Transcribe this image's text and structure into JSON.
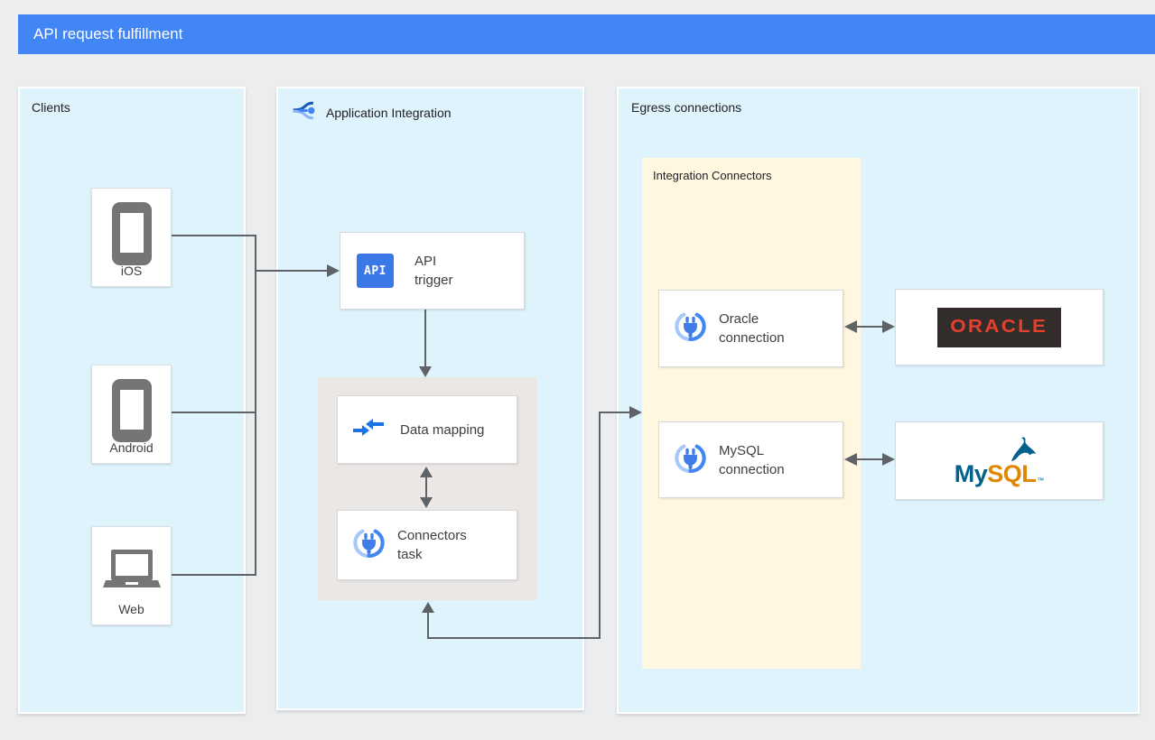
{
  "header": {
    "title": "API request fulfillment"
  },
  "clients": {
    "label": "Clients",
    "items": [
      {
        "label": "iOS",
        "icon": "phone-icon"
      },
      {
        "label": "Android",
        "icon": "phone-icon"
      },
      {
        "label": "Web",
        "icon": "laptop-icon"
      }
    ]
  },
  "application_integration": {
    "label": "Application Integration",
    "icon": "application-integration-icon",
    "api_trigger": {
      "label": "API trigger",
      "badge_text": "API",
      "icon": "api-trigger-icon"
    },
    "process": {
      "data_mapping": {
        "label": "Data mapping",
        "icon": "data-mapping-icon"
      },
      "connectors_task": {
        "label": "Connectors task",
        "icon": "connectors-icon"
      }
    }
  },
  "egress": {
    "label": "Egress connections",
    "integration_connectors": {
      "label": "Integration Connectors",
      "connections": [
        {
          "label": "Oracle connection",
          "icon": "connectors-icon"
        },
        {
          "label": "MySQL connection",
          "icon": "connectors-icon"
        }
      ]
    },
    "targets": {
      "oracle": {
        "logo_text": "ORACLE"
      },
      "mysql": {
        "logo_my": "My",
        "logo_sql": "SQL",
        "trademark": "™",
        "icon": "mysql-dolphin-icon"
      }
    }
  },
  "colors": {
    "header_blue": "#4285f4",
    "zone_blue": "#dff3fd",
    "connectors_yellow": "#fff7e0",
    "process_gray": "#ebe7e5",
    "line_gray": "#5f6368",
    "icon_blue": "#1a73e8",
    "api_badge_blue": "#3b78e7",
    "device_gray": "#757575",
    "oracle_red": "#e5402e",
    "oracle_dark": "#322d2a",
    "mysql_teal": "#00618a",
    "mysql_orange": "#e08600"
  }
}
